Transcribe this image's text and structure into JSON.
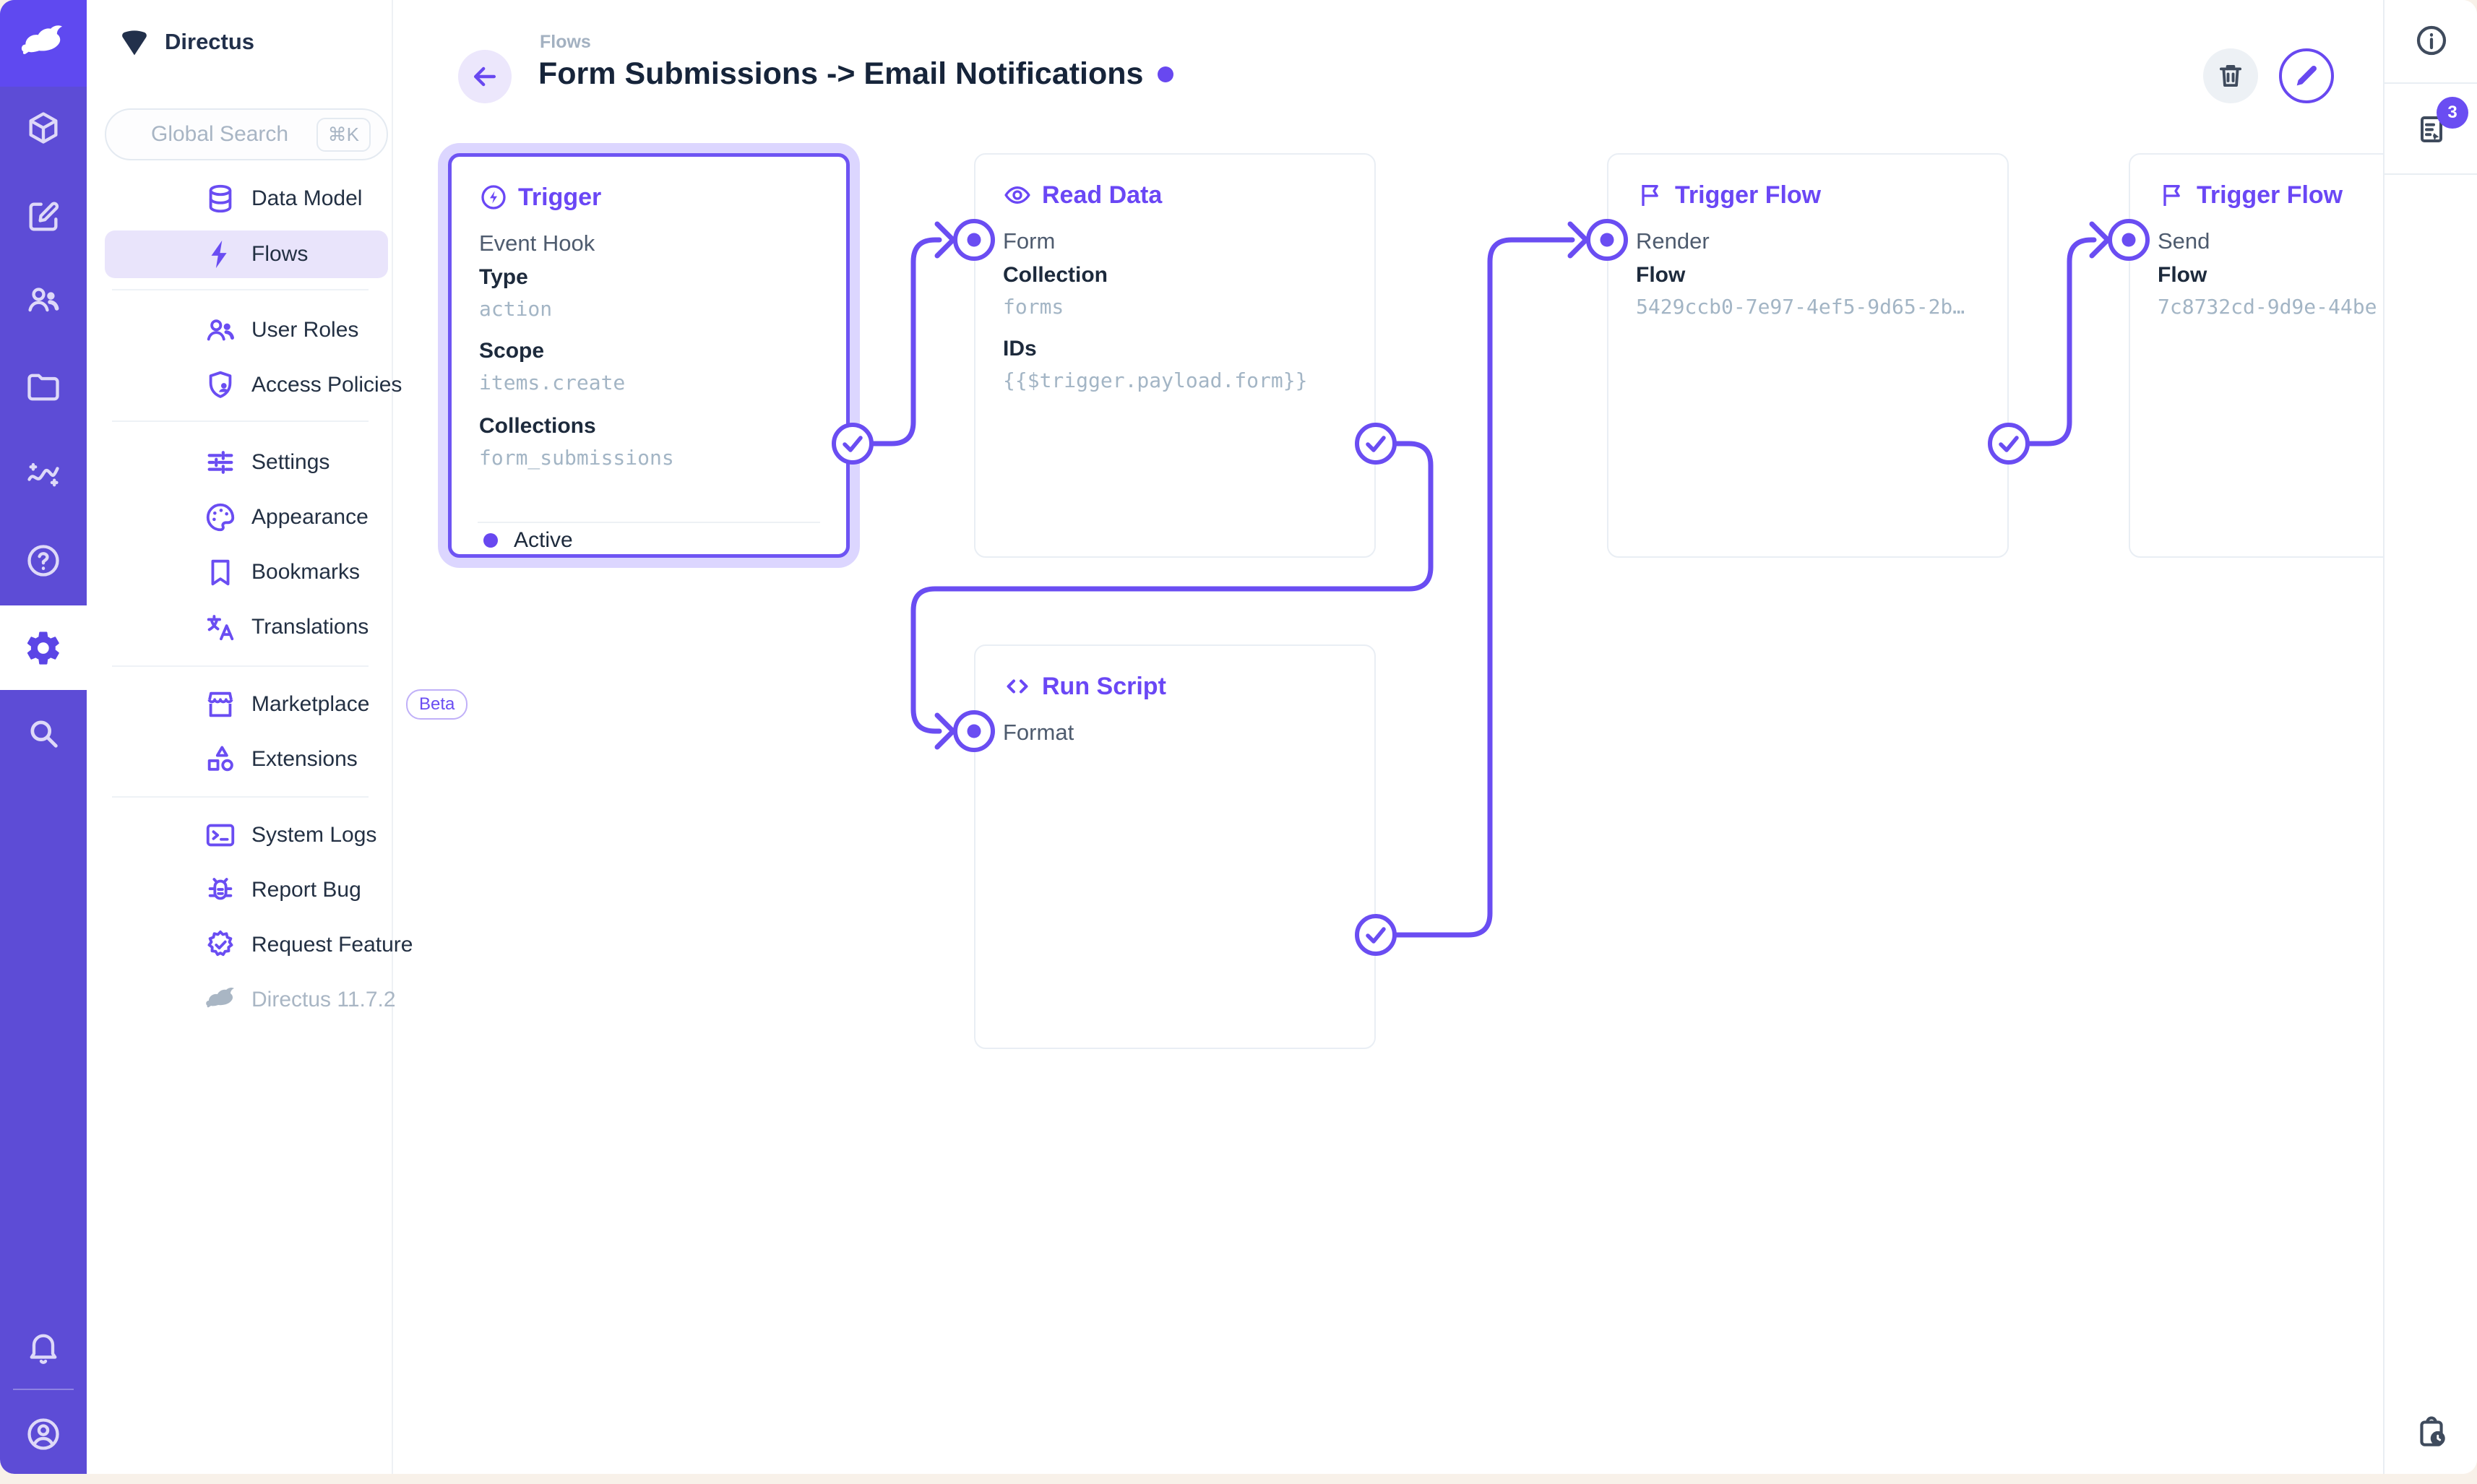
{
  "colors": {
    "accent": "#6848f0",
    "connection": "#6a4df2",
    "module_bar": "#5d4cd6",
    "logo_tile": "#5f49f0",
    "nav_highlight": "#e9e4fb",
    "body_background": "#f8f1e9",
    "value_text": "#a3b5c5",
    "dark_text": "#1d2a3c"
  },
  "module_bar": {
    "modules": [
      "directus-logo",
      "content",
      "editor",
      "users",
      "files",
      "insights",
      "help",
      "settings",
      "search"
    ],
    "active_module": "settings",
    "bottom": [
      "notifications",
      "account"
    ]
  },
  "nav": {
    "project": "Directus",
    "search": {
      "placeholder": "Global Search",
      "kbd": "⌘K"
    },
    "items": [
      {
        "label": "Data Model",
        "icon": "database-icon"
      },
      {
        "label": "Flows",
        "icon": "bolt-icon",
        "active": true
      },
      {
        "label": "User Roles",
        "icon": "people-icon"
      },
      {
        "label": "Access Policies",
        "icon": "shield-user-icon"
      },
      {
        "label": "Settings",
        "icon": "tune-icon"
      },
      {
        "label": "Appearance",
        "icon": "palette-icon"
      },
      {
        "label": "Bookmarks",
        "icon": "bookmark-icon"
      },
      {
        "label": "Translations",
        "icon": "translate-icon"
      },
      {
        "label": "Marketplace",
        "icon": "storefront-icon",
        "badge": "Beta"
      },
      {
        "label": "Extensions",
        "icon": "extensions-icon"
      },
      {
        "label": "System Logs",
        "icon": "terminal-icon"
      },
      {
        "label": "Report Bug",
        "icon": "bug-icon"
      },
      {
        "label": "Request Feature",
        "icon": "feature-seal-icon"
      }
    ],
    "version": "Directus 11.7.2"
  },
  "header": {
    "breadcrumb": "Flows",
    "title": "Form Submissions -> Email Notifications",
    "buttons": {
      "delete": "delete-flow",
      "edit": "edit-flow"
    }
  },
  "right_sidebar": {
    "info_button": "info",
    "notices_count": "3",
    "bottom_button": "revisions-pending"
  },
  "flow": {
    "trigger": {
      "title": "Trigger",
      "name": "Event Hook",
      "fields": [
        {
          "label": "Type",
          "value": "action"
        },
        {
          "label": "Scope",
          "value": "items.create"
        },
        {
          "label": "Collections",
          "value": "form_submissions"
        }
      ],
      "status": "Active",
      "selected": true
    },
    "read_data": {
      "title": "Read Data",
      "name": "Form",
      "fields": [
        {
          "label": "Collection",
          "value": "forms"
        },
        {
          "label": "IDs",
          "value": "{{$trigger.payload.form}}"
        }
      ]
    },
    "run_script": {
      "title": "Run Script",
      "name": "Format"
    },
    "trigger_flow_render": {
      "title": "Trigger Flow",
      "name": "Render",
      "fields": [
        {
          "label": "Flow",
          "value": "5429ccb0-7e97-4ef5-9d65-2b…"
        }
      ]
    },
    "trigger_flow_send": {
      "title": "Trigger Flow",
      "name": "Send",
      "fields": [
        {
          "label": "Flow",
          "value": "7c8732cd-9d9e-44be"
        }
      ]
    }
  }
}
